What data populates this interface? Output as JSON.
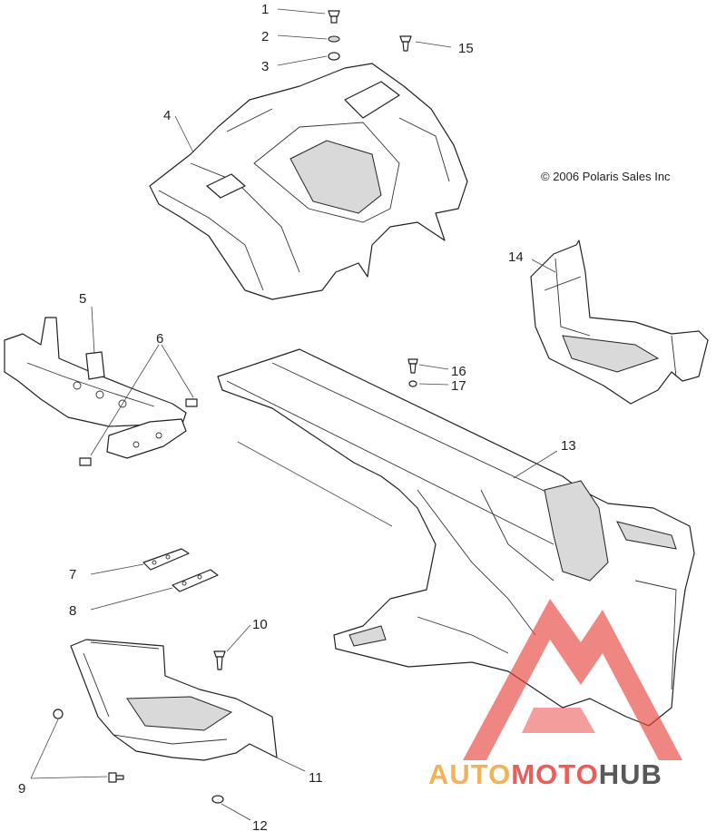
{
  "copyright": "© 2006 Polaris Sales Inc",
  "callouts": [
    "1",
    "2",
    "3",
    "4",
    "5",
    "6",
    "7",
    "8",
    "9",
    "10",
    "11",
    "12",
    "13",
    "14",
    "15",
    "16",
    "17"
  ],
  "watermark": {
    "part1": "AUTO",
    "part2": "MOTO",
    "part3": "HUB",
    "color_primary": "#f0a53c",
    "color_accent": "#e8413c",
    "color_dark": "#3d3d3d"
  }
}
